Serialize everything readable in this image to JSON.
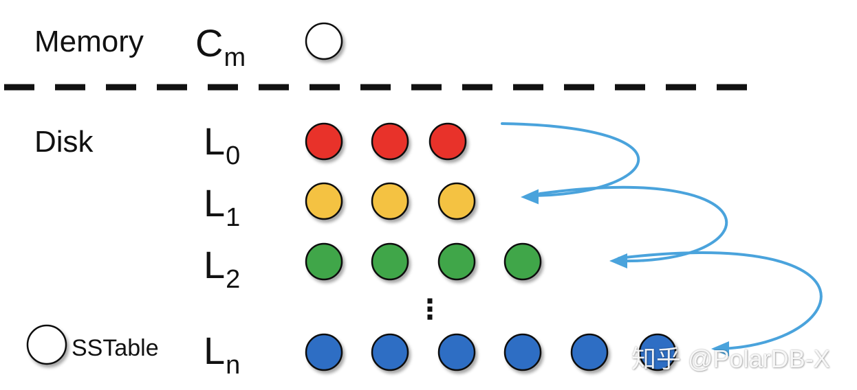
{
  "regions": {
    "memory": "Memory",
    "disk": "Disk"
  },
  "levels": [
    {
      "id": "cm",
      "base": "C",
      "sub": "m",
      "sstables": 1,
      "color": "#ffffff"
    },
    {
      "id": "l0",
      "base": "L",
      "sub": "0",
      "sstables": 3,
      "color": "#e8322b"
    },
    {
      "id": "l1",
      "base": "L",
      "sub": "1",
      "sstables": 3,
      "color": "#f4c242"
    },
    {
      "id": "l2",
      "base": "L",
      "sub": "2",
      "sstables": 4,
      "color": "#3fa64a"
    },
    {
      "id": "ln",
      "base": "L",
      "sub": "n",
      "sstables": 6,
      "color": "#2f6ec4"
    }
  ],
  "ellipsis": "⋮",
  "legend": {
    "label": "SSTable",
    "color": "#ffffff"
  },
  "arrow_color": "#4aa3dc",
  "divider_color": "#111111",
  "watermark": "知乎 @PolarDB-X"
}
